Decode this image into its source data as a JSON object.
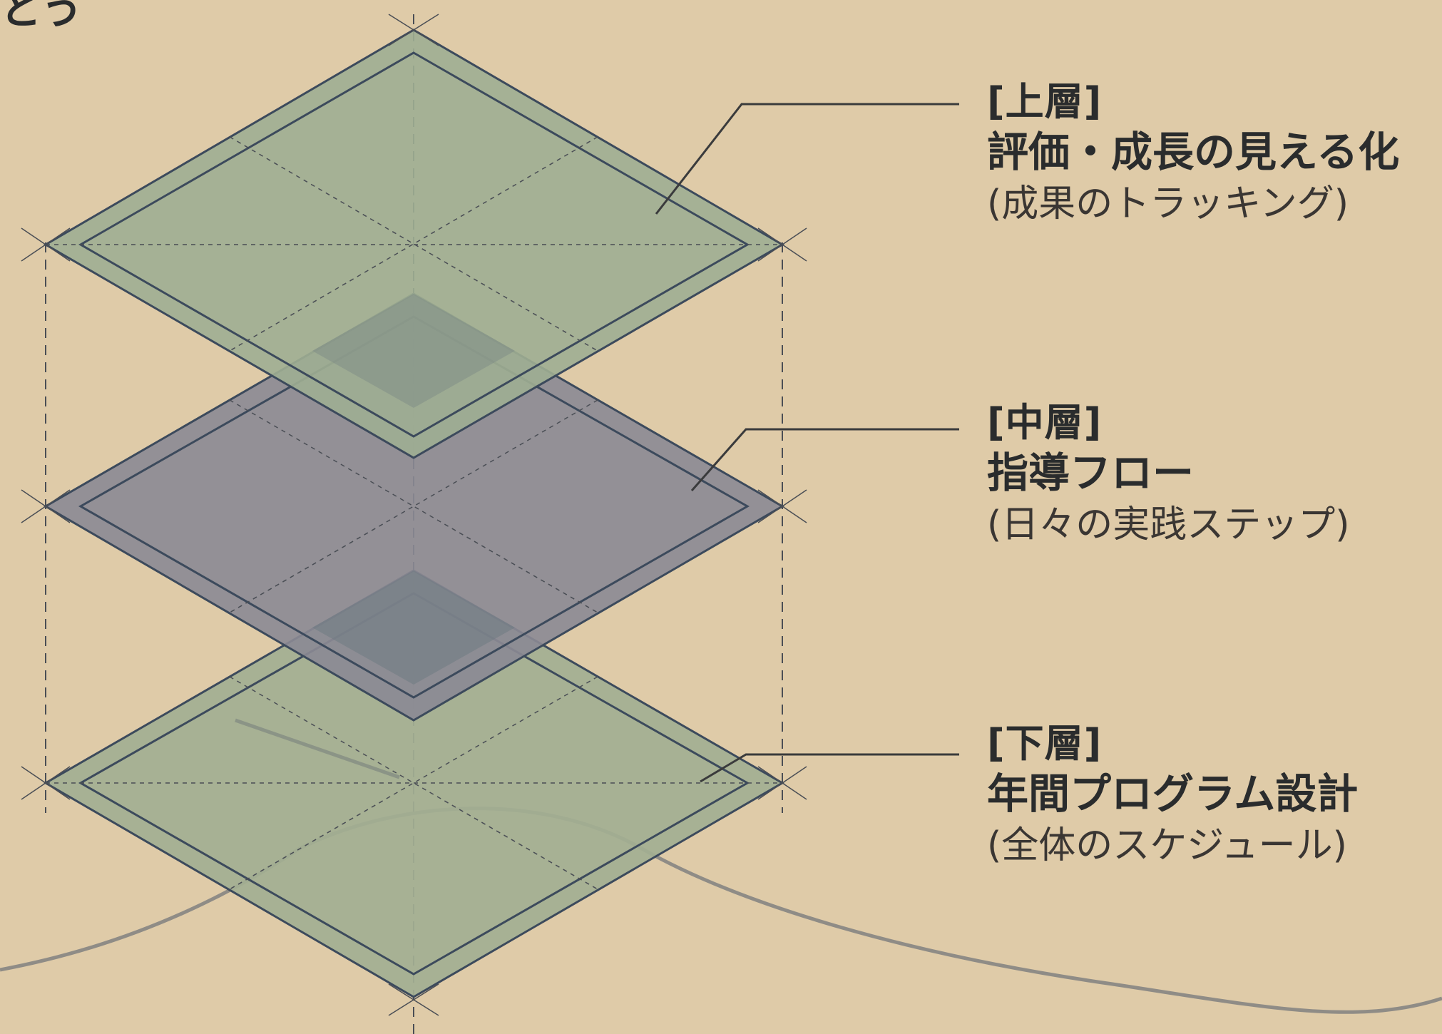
{
  "corner_fragment": "とう",
  "layers": [
    {
      "tag": "[上層]",
      "title": "評価・成長の見える化",
      "subtitle": "(成果のトラッキング)",
      "fill": "#9fae92"
    },
    {
      "tag": "[中層]",
      "title": "指導フロー",
      "subtitle": "(日々の実践ステップ)",
      "fill": "#8b8a94"
    },
    {
      "tag": "[下層]",
      "title": "年間プログラム設計",
      "subtitle": "(全体のスケジュール)",
      "fill": "#a2ae92"
    }
  ],
  "colors": {
    "background": "#dfcba8",
    "outline": "#3c4a5c",
    "guide": "#4a4e55",
    "curve": "#8f8c86"
  }
}
